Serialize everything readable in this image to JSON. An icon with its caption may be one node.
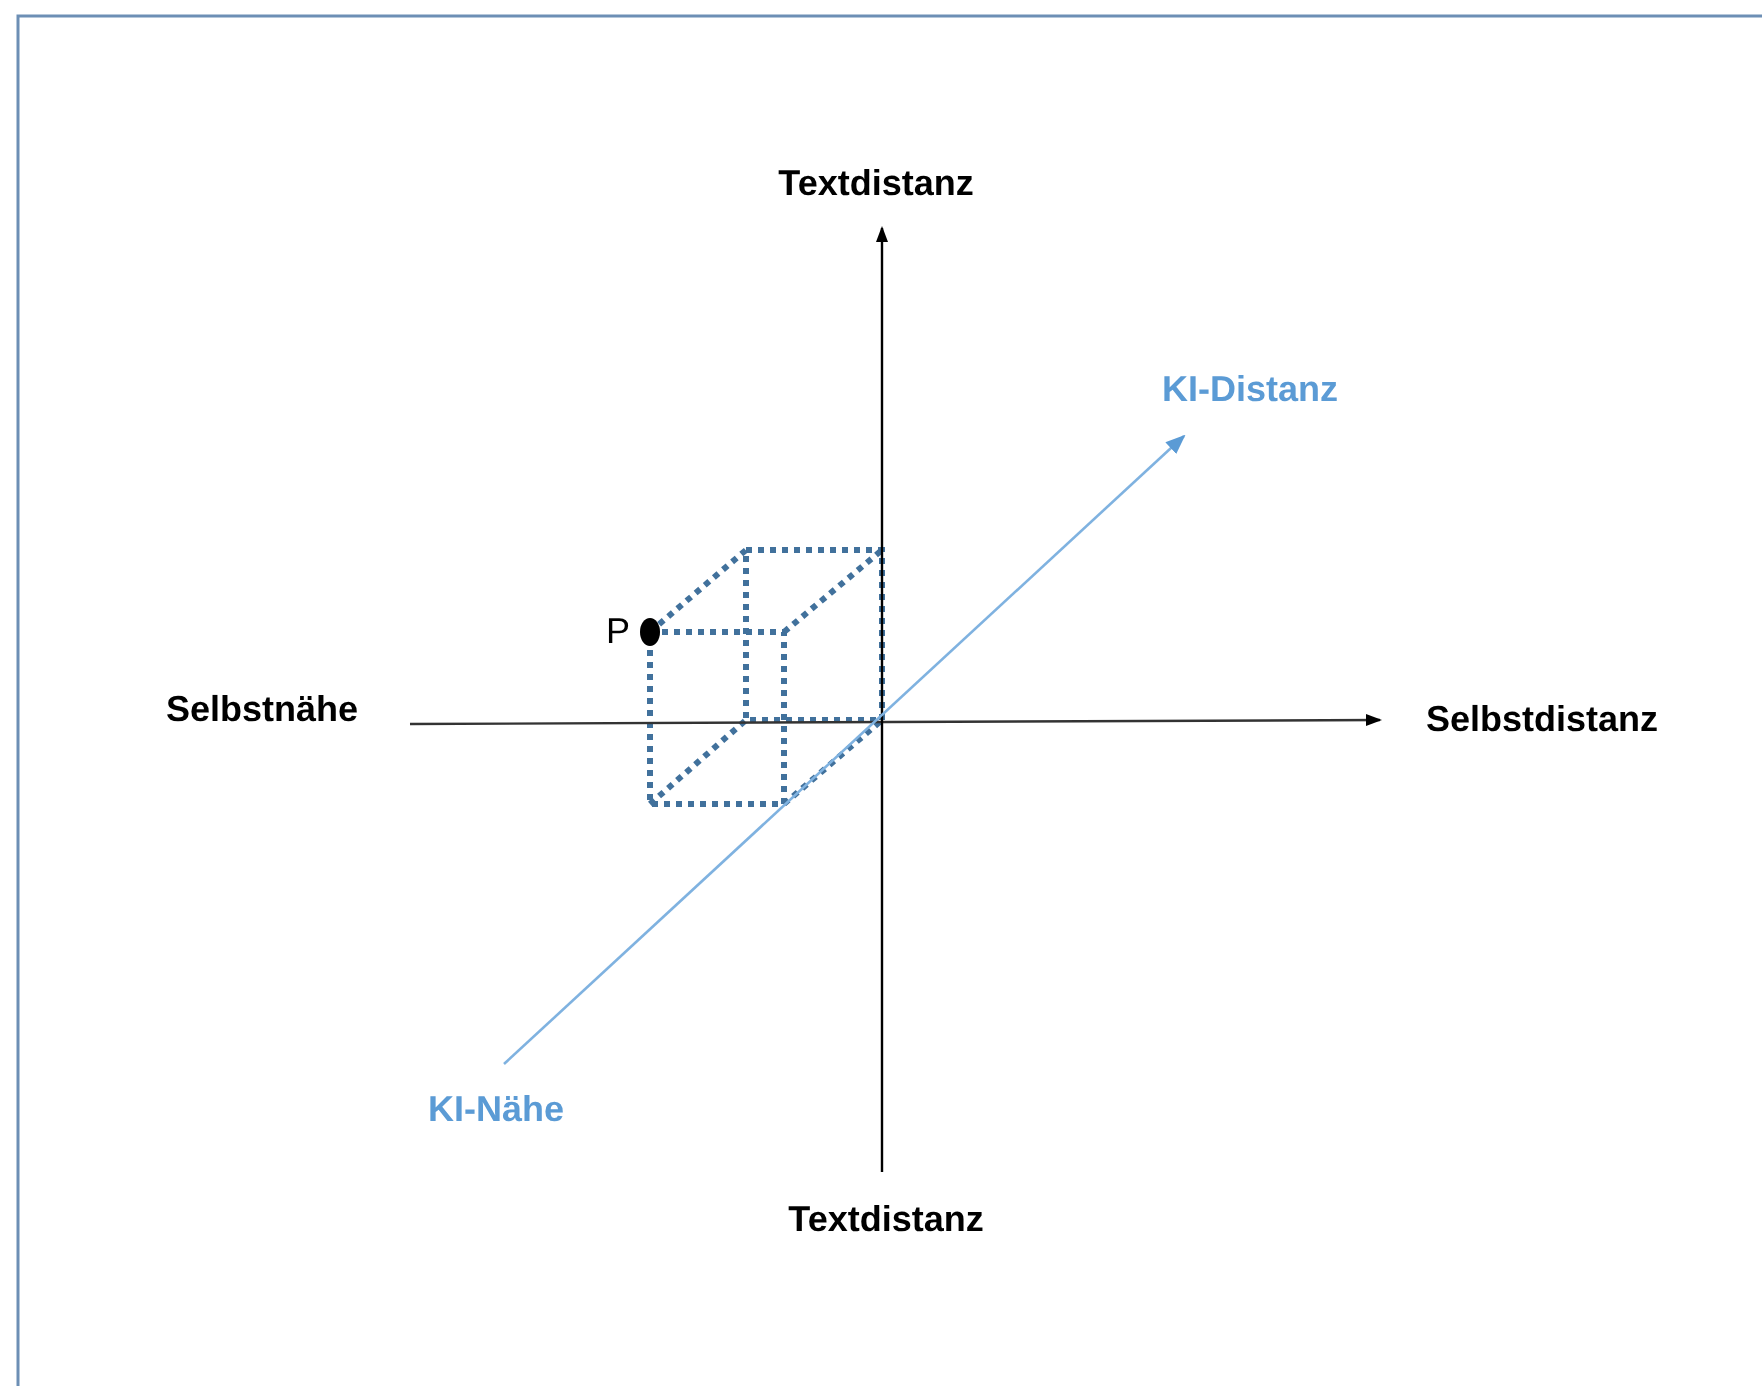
{
  "diagram": {
    "labels": [
      "Textdistanz",
      "KI-Distanz",
      "P",
      "Selbstnähe",
      "Selbstdistanz",
      "KI-Nähe",
      "Textdistanz"
    ]
  }
}
